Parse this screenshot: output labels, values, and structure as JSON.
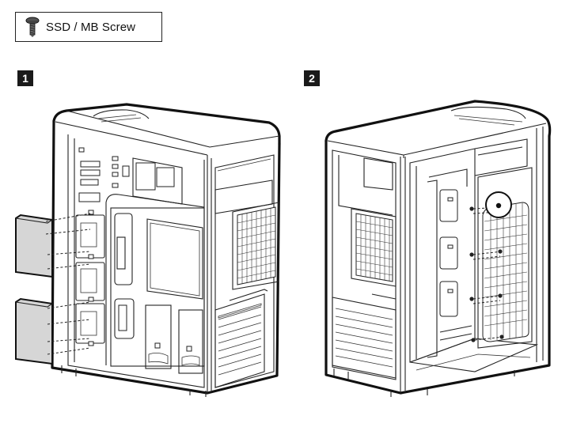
{
  "legend": {
    "icon": "screw-icon",
    "label": "SSD / MB Screw"
  },
  "steps": [
    {
      "number": "1"
    },
    {
      "number": "2"
    }
  ],
  "colors": {
    "outline": "#111111",
    "drive_fill": "#d6d6d6",
    "badge_fill": "#1a1a1a"
  }
}
